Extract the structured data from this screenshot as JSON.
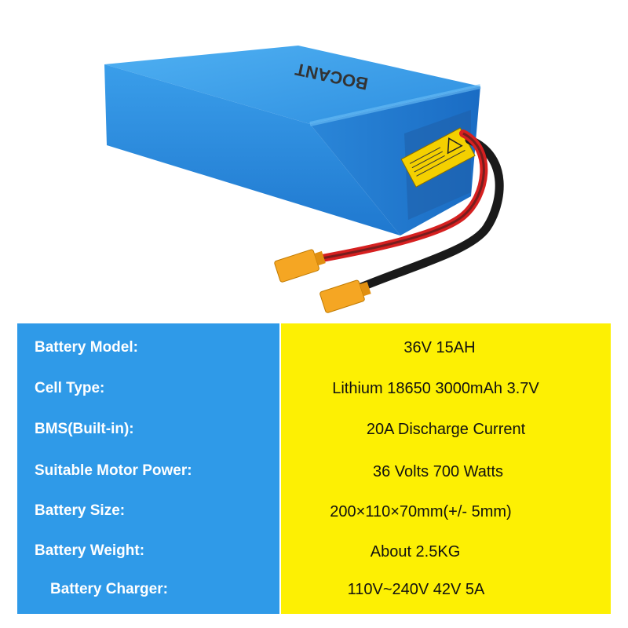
{
  "product": {
    "brand": "BOCANT",
    "colors": {
      "body": "#2f8fdf",
      "body_top": "#3da3ee",
      "label": "#f4d000",
      "cable_red": "#d62020",
      "cable_black": "#1a1a1a",
      "connector": "#f5a623"
    },
    "icons": [
      "battery-pack-image",
      "warning-label-icon",
      "xt60-connector-icon"
    ]
  },
  "specs": {
    "colors": {
      "label_bg": "#2f9ae8",
      "value_bg": "#fdf003"
    },
    "rows": [
      {
        "label": "Battery Model:",
        "value": "36V 15AH"
      },
      {
        "label": "Cell Type:",
        "value": "Lithium 18650 3000mAh 3.7V"
      },
      {
        "label": "BMS(Built-in):",
        "value": "20A Discharge Current"
      },
      {
        "label": "Suitable Motor Power:",
        "value": "36 Volts 700 Watts"
      },
      {
        "label": "Battery Size:",
        "value": "200×110×70mm(+/- 5mm)"
      },
      {
        "label": "Battery Weight:",
        "value": "About 2.5KG"
      },
      {
        "label": "Battery Charger:",
        "value": "110V~240V 42V 5A"
      }
    ]
  }
}
